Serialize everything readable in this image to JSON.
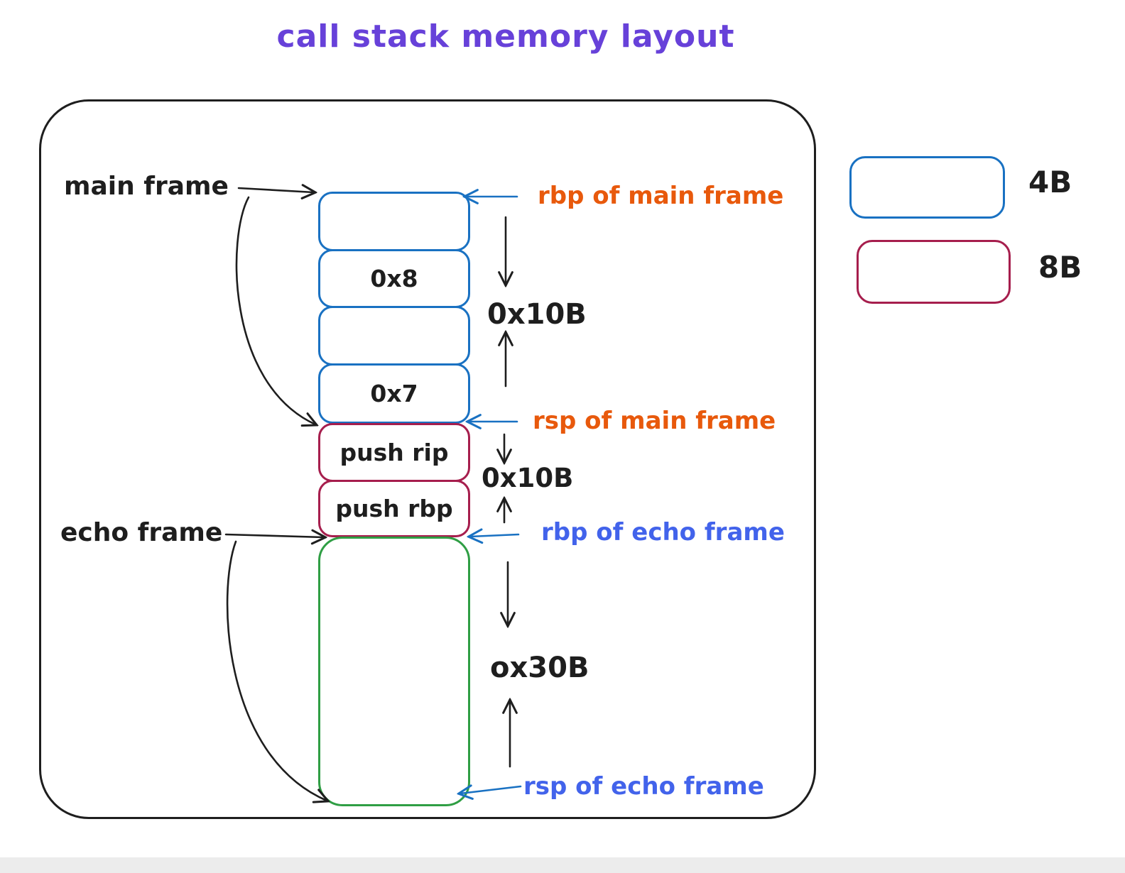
{
  "title": "call stack memory layout",
  "frame_labels": {
    "main": "main frame",
    "echo": "echo frame"
  },
  "stack": {
    "cells": [
      {
        "label": "",
        "size": "4B"
      },
      {
        "label": "0x8",
        "size": "4B"
      },
      {
        "label": "",
        "size": "4B"
      },
      {
        "label": "0x7",
        "size": "4B"
      },
      {
        "label": "push rip",
        "size": "8B"
      },
      {
        "label": "push rbp",
        "size": "8B"
      },
      {
        "label": "",
        "size": "0x30B"
      }
    ]
  },
  "pointers": {
    "rbp_main": {
      "label": "rbp of main frame",
      "color": "#e8590c"
    },
    "rsp_main": {
      "label": "rsp of main frame",
      "color": "#e8590c"
    },
    "rbp_echo": {
      "label": "rbp of echo frame",
      "color": "#4263eb"
    },
    "rsp_echo": {
      "label": "rsp of echo frame",
      "color": "#4263eb"
    }
  },
  "measurements": {
    "main_frame_span": "0x10B",
    "saved_regs_span": "0x10B",
    "echo_frame_span": "ox30B"
  },
  "legend": {
    "items": [
      {
        "label": "4B",
        "color": "#1971c2"
      },
      {
        "label": "8B",
        "color": "#a61e4d"
      }
    ]
  },
  "colors": {
    "title": "#6741d9",
    "box_4b": "#1971c2",
    "box_8b": "#a61e4d",
    "box_echo": "#2f9e44",
    "ink": "#1e1e1e",
    "orange": "#e8590c",
    "blue": "#4263eb"
  }
}
